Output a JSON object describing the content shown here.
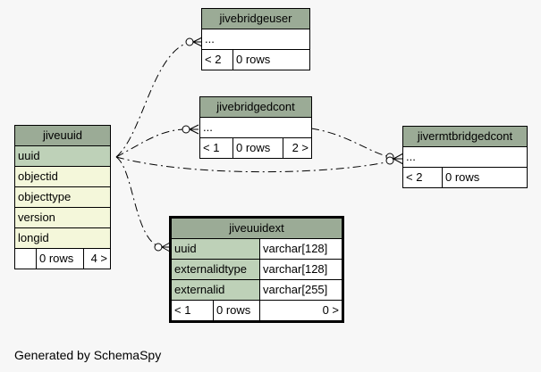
{
  "tables": {
    "jivebridgeuser": {
      "title": "jivebridgeuser",
      "row1": "...",
      "parents": "< 2",
      "rows": "0 rows"
    },
    "jivebridgedcont": {
      "title": "jivebridgedcont",
      "row1": "...",
      "parents": "< 1",
      "rows": "0 rows",
      "children": "2 >"
    },
    "jivermtbridgedcont": {
      "title": "jivermtbridgedcont",
      "row1": "...",
      "parents": "< 2",
      "rows": "0 rows"
    },
    "jiveuuid": {
      "title": "jiveuuid",
      "columns": [
        "uuid",
        "objectid",
        "objecttype",
        "version",
        "longid"
      ],
      "rows": "0 rows",
      "children": "4 >"
    },
    "jiveuuidext": {
      "title": "jiveuuidext",
      "columns": [
        {
          "name": "uuid",
          "type": "varchar[128]"
        },
        {
          "name": "externalidtype",
          "type": "varchar[128]"
        },
        {
          "name": "externalid",
          "type": "varchar[255]"
        }
      ],
      "parents": "< 1",
      "rows": "0 rows",
      "children": "0 >"
    }
  },
  "footer": "Generated by SchemaSpy"
}
